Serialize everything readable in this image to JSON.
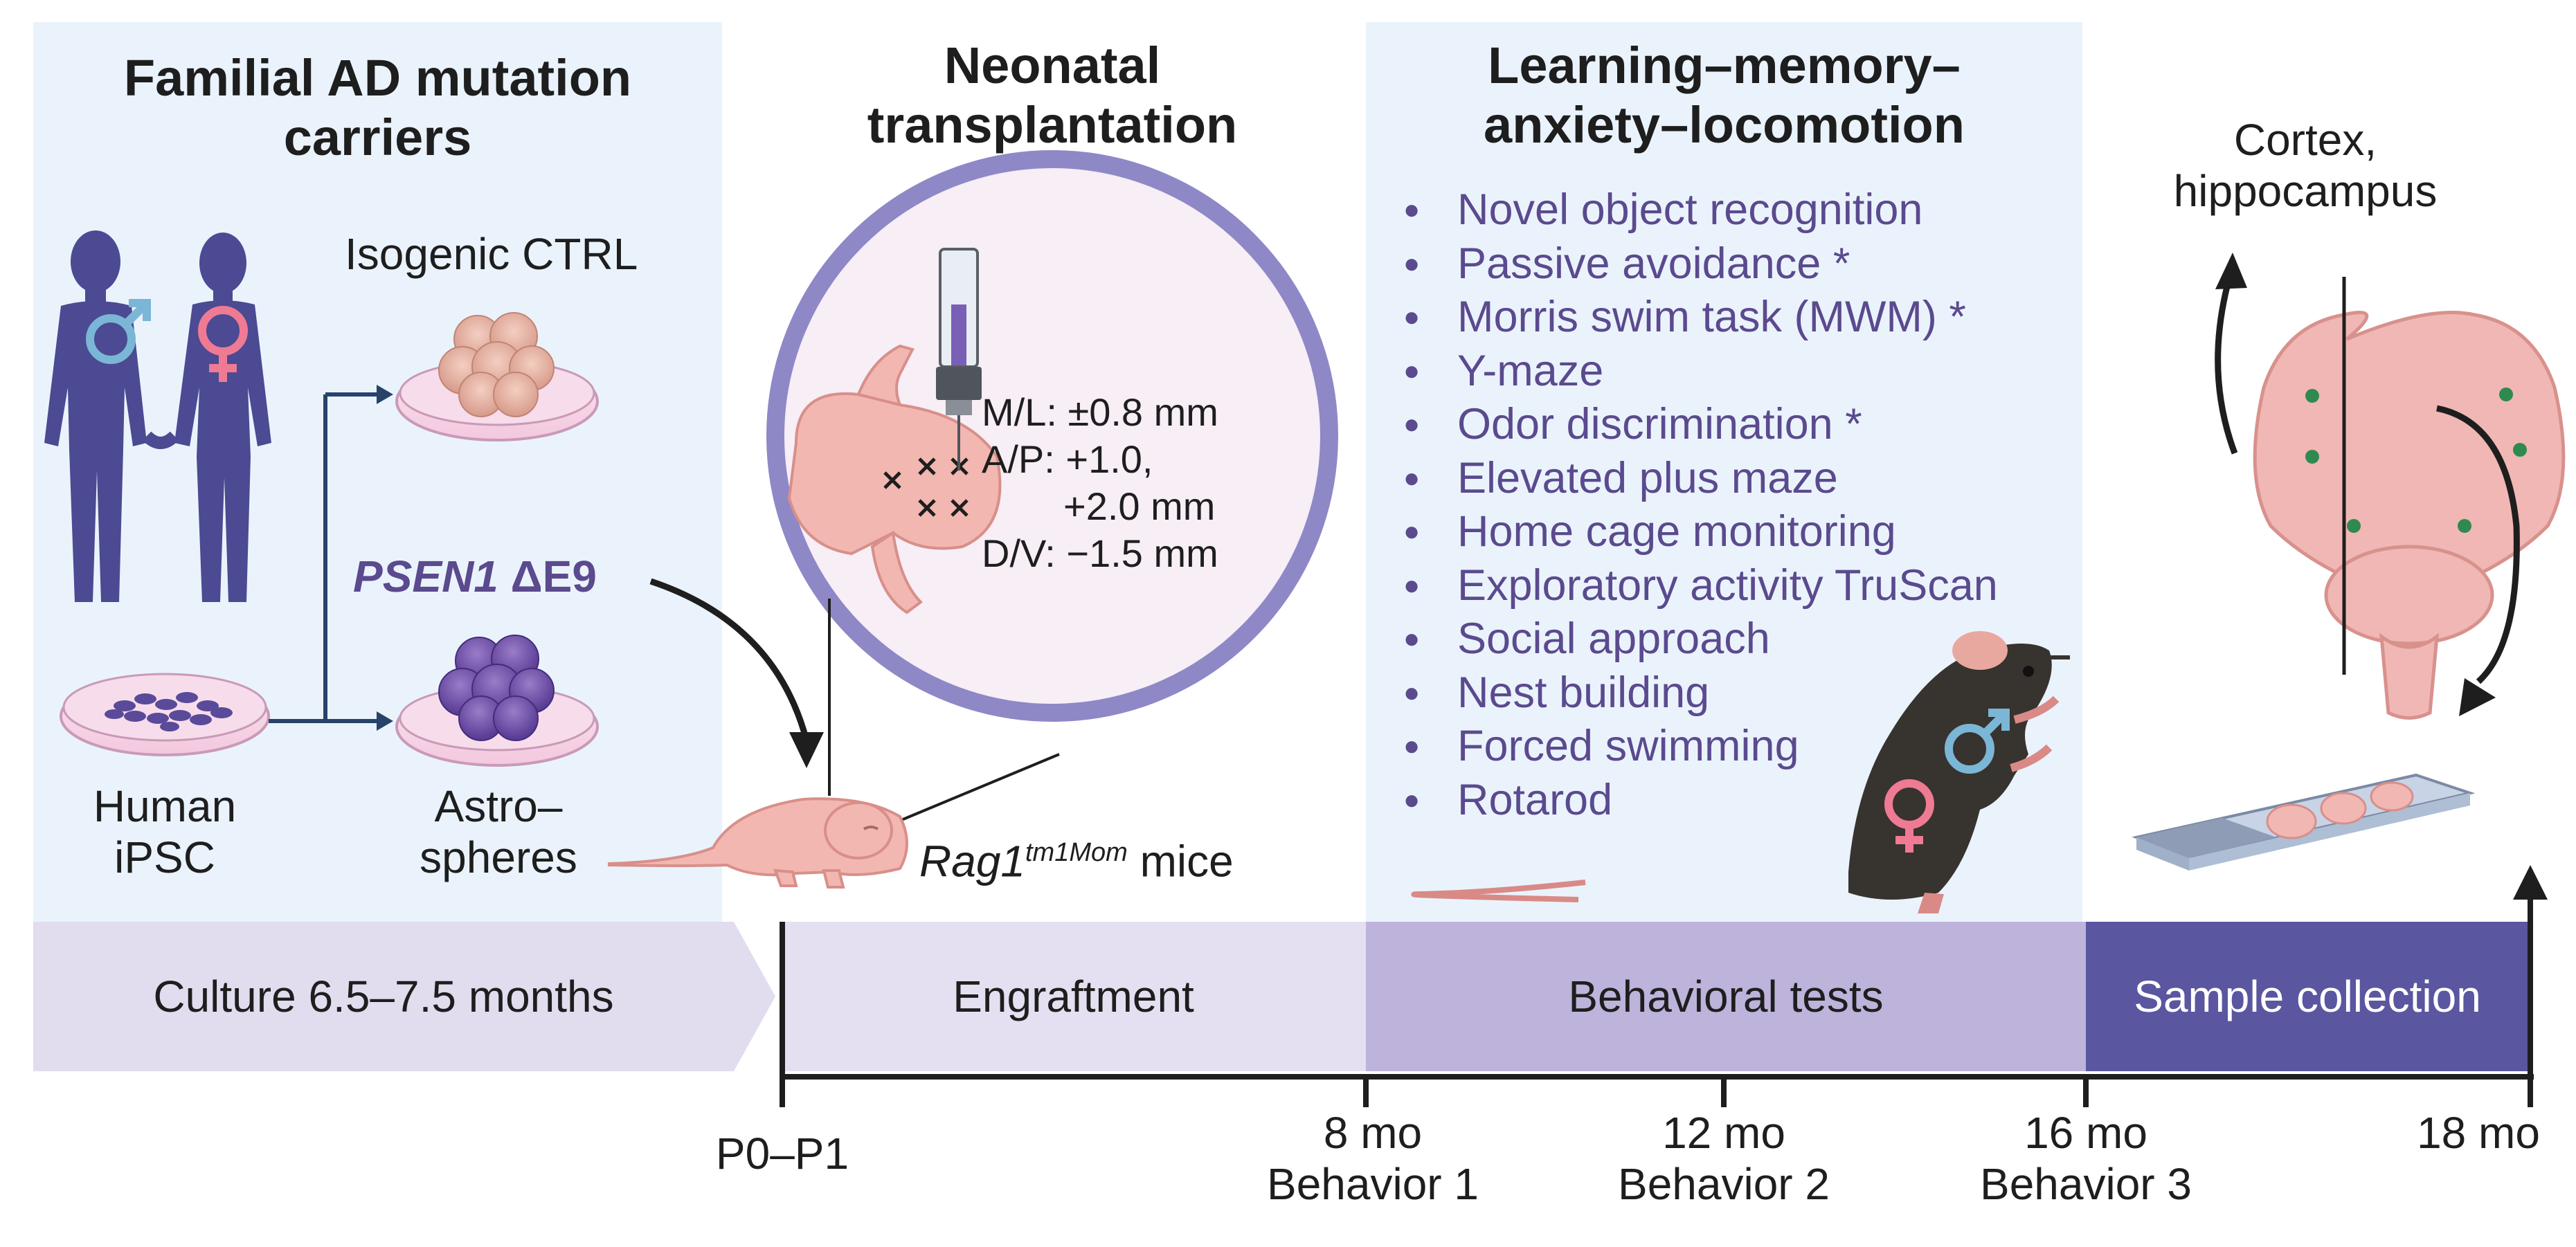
{
  "panels": {
    "familial": {
      "title_line1": "Familial AD mutation",
      "title_line2": "carriers"
    },
    "neonatal": {
      "title_line1": "Neonatal",
      "title_line2": "transplantation"
    },
    "behavior": {
      "title_line1": "Learning–memory–",
      "title_line2": "anxiety–locomotion"
    }
  },
  "labels": {
    "isogenic": "Isogenic CTRL",
    "psen1_gene": "PSEN1",
    "psen1_mut": " ΔE9",
    "ipsc_line1": "Human",
    "ipsc_line2": "iPSC",
    "astro_line1": "Astro–",
    "astro_line2": "spheres",
    "rag_base": "Rag1",
    "rag_sup": "tm1Mom",
    "rag_mice": " mice",
    "cortex_line1": "Cortex,",
    "cortex_line2": "hippocampus"
  },
  "coordinates": {
    "ml": "M/L: ±0.8 mm",
    "ap1": "A/P: +1.0,",
    "ap2": "+2.0 mm",
    "dv": "D/V: −1.5 mm"
  },
  "symbols": {
    "male": "♂",
    "female": "♀",
    "injection_mark": "×"
  },
  "tests": [
    "Novel object recognition",
    "Passive avoidance *",
    "Morris swim task (MWM) *",
    "Y-maze",
    "Odor discrimination *",
    "Elevated plus maze",
    "Home cage monitoring",
    "Exploratory activity TruScan",
    "Social approach",
    "Nest building",
    "Forced swimming",
    "Rotarod"
  ],
  "timeline": {
    "phases": [
      "Culture 6.5–7.5 months",
      "Engraftment",
      "Behavioral tests",
      "Sample collection"
    ],
    "ticks": [
      {
        "age": "P0–P1",
        "event": ""
      },
      {
        "age": "8 mo",
        "event": "Behavior 1"
      },
      {
        "age": "12 mo",
        "event": "Behavior 2"
      },
      {
        "age": "16 mo",
        "event": "Behavior 3"
      },
      {
        "age": "18 mo",
        "event": ""
      }
    ]
  },
  "colors": {
    "panel_bg": "#eaf3fc",
    "person": "#4b4a92",
    "male": "#7bb6d6",
    "female": "#ef7a93",
    "purple_text": "#5b4a8e",
    "culture_bar": "#e1ddef",
    "engraft_bar": "#e4e0f1",
    "behavior_bar": "#bdb3db",
    "sample_bar": "#5a56a0",
    "ring": "#8e88c7",
    "pink_tissue": "#f2b7b0",
    "neuron": "#2f8a4f"
  }
}
